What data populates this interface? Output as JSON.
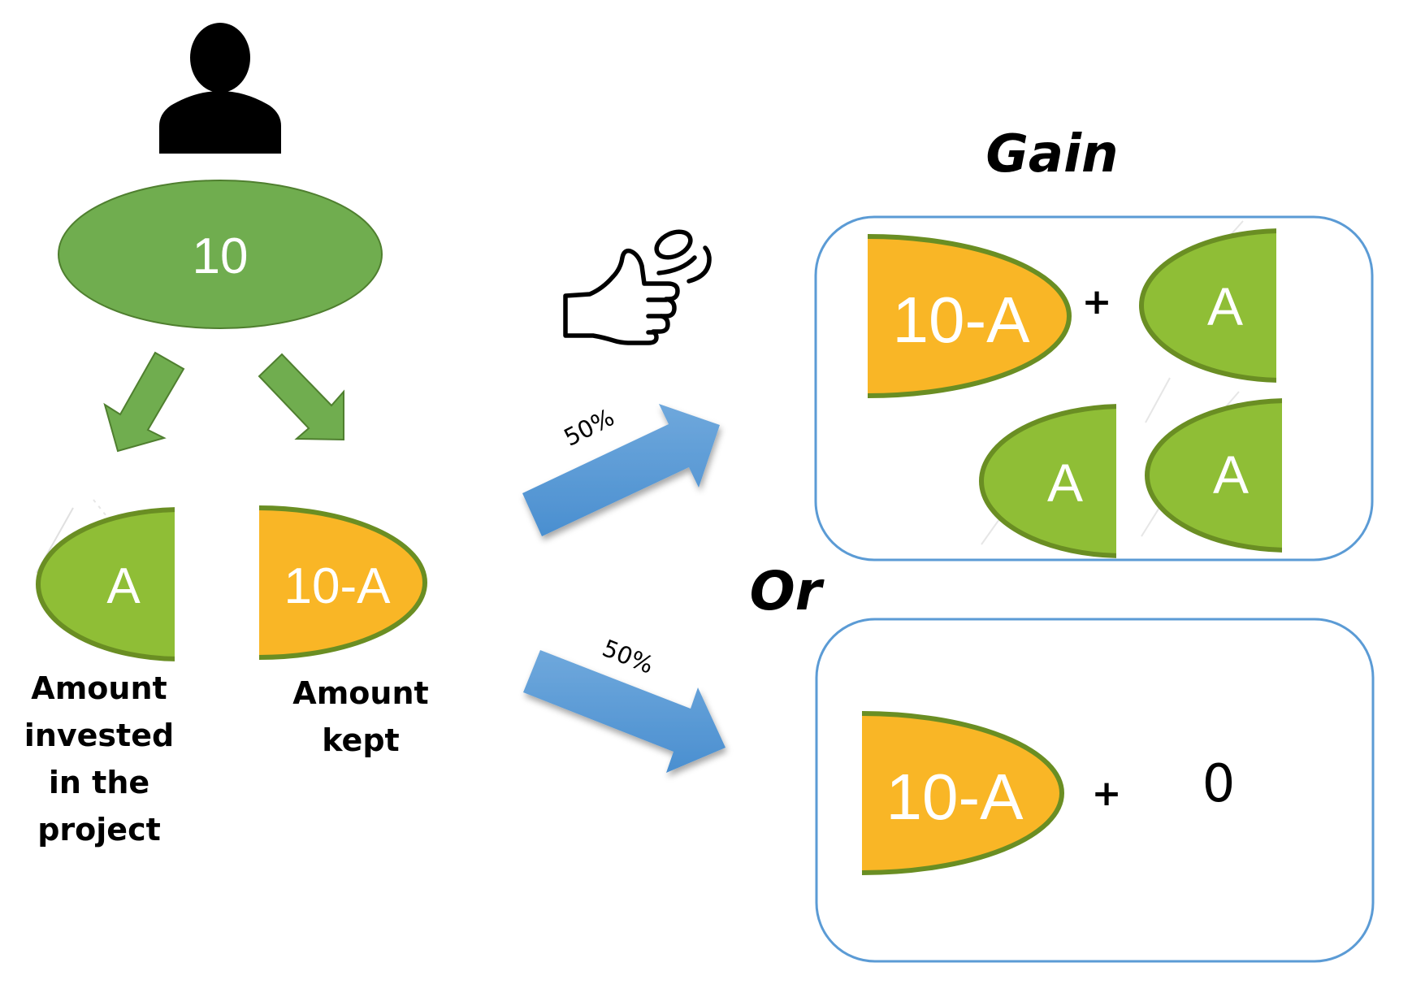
{
  "colors": {
    "big_ellipse_fill": "#70ad4f",
    "big_ellipse_stroke": "#4f7f2f",
    "green_fill": "#8fbe36",
    "green_stroke": "#6a8e23",
    "orange_fill": "#f9b626",
    "blue_arrow": "#5b9bd5",
    "box_stroke": "#5b9bd5",
    "green_arrow_fill": "#70ad4f",
    "green_arrow_stroke": "#4f7f2f"
  },
  "participant": {
    "icon": "person-icon",
    "endowment": "10"
  },
  "split": {
    "invested": {
      "value": "A",
      "label_lines": [
        "Amount",
        "invested",
        "in the",
        "project"
      ]
    },
    "kept": {
      "value": "10-A",
      "label_lines": [
        "Amount",
        "kept"
      ]
    }
  },
  "coin_toss": {
    "icon": "coin-flip-hand-icon",
    "branches": [
      {
        "probability": "50%",
        "outcome": "gain"
      },
      {
        "probability": "50%",
        "outcome": "loss"
      }
    ]
  },
  "outcomes": {
    "gain": {
      "title": "Gain",
      "kept": "10-A",
      "operator": "+",
      "returns": [
        "A",
        "A",
        "A"
      ]
    },
    "separator": "Or",
    "loss": {
      "kept": "10-A",
      "operator": "+",
      "returns": "0"
    }
  }
}
